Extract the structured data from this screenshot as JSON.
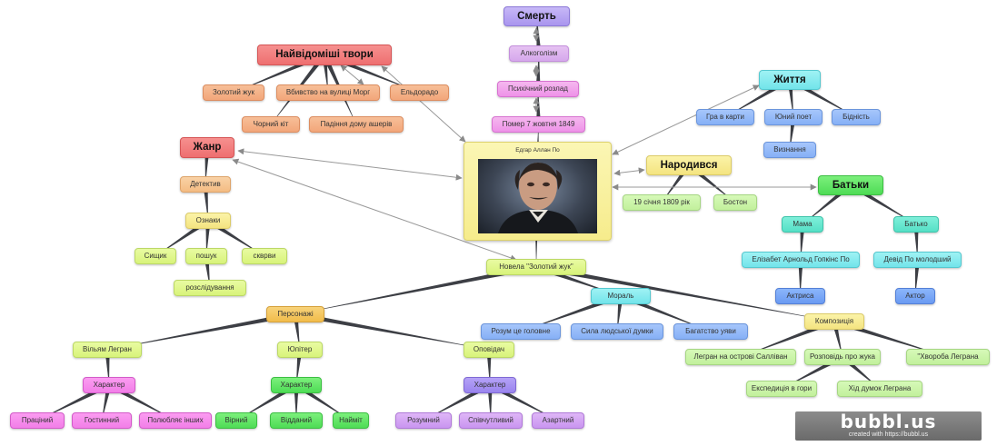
{
  "center": {
    "title": "Едгар Аллан По"
  },
  "nodes": [
    {
      "id": "death",
      "label": "Смерть",
      "big": true,
      "color": "c-purple"
    },
    {
      "id": "alcohol",
      "label": "Алкоголізм",
      "color": "c-lilac"
    },
    {
      "id": "mental",
      "label": "Психічний розлад",
      "color": "c-pink"
    },
    {
      "id": "died",
      "label": "Помер 7 жовтня 1849",
      "color": "c-pink"
    },
    {
      "id": "works",
      "label": "Найвідоміші твори",
      "big": true,
      "color": "c-red"
    },
    {
      "id": "goldbug_w",
      "label": "Золотий жук",
      "color": "c-salmon"
    },
    {
      "id": "morgue",
      "label": "Вбивство на вулиці Морг",
      "color": "c-salmon"
    },
    {
      "id": "eldorado",
      "label": "Ельдорадо",
      "color": "c-salmon"
    },
    {
      "id": "blackcat",
      "label": "Чорний кіт",
      "color": "c-salmon"
    },
    {
      "id": "usher",
      "label": "Падіння дому ашерів",
      "color": "c-salmon"
    },
    {
      "id": "genre",
      "label": "Жанр",
      "big": true,
      "color": "c-red"
    },
    {
      "id": "detective",
      "label": "Детектив",
      "color": "c-peach"
    },
    {
      "id": "signs",
      "label": "Ознаки",
      "color": "c-yellow"
    },
    {
      "id": "sleuth",
      "label": "Сищик",
      "color": "c-lime"
    },
    {
      "id": "search",
      "label": "пошук",
      "color": "c-lime"
    },
    {
      "id": "sorrows",
      "label": "скврви",
      "color": "c-lime"
    },
    {
      "id": "investig",
      "label": "розслідування",
      "color": "c-lime"
    },
    {
      "id": "life",
      "label": "Життя",
      "big": true,
      "color": "c-cyan"
    },
    {
      "id": "cards",
      "label": "Гра в карти",
      "color": "c-blue"
    },
    {
      "id": "youngpoet",
      "label": "Юний поет",
      "color": "c-blue"
    },
    {
      "id": "poverty",
      "label": "Бідність",
      "color": "c-blue"
    },
    {
      "id": "famous",
      "label": "Визнання",
      "color": "c-blue"
    },
    {
      "id": "born",
      "label": "Народився",
      "big": true,
      "color": "c-yellow"
    },
    {
      "id": "birthdate",
      "label": "19 січня 1809 рік",
      "color": "c-lgreen"
    },
    {
      "id": "boston",
      "label": "Бостон",
      "color": "c-lgreen"
    },
    {
      "id": "parents",
      "label": "Батьки",
      "big": true,
      "color": "c-green"
    },
    {
      "id": "mom",
      "label": "Мама",
      "color": "c-teal"
    },
    {
      "id": "dad",
      "label": "Батько",
      "color": "c-teal"
    },
    {
      "id": "elizabeth",
      "label": "Елізабет Арнольд Гопкінс По",
      "color": "c-cyan"
    },
    {
      "id": "david",
      "label": "Девід По молодший",
      "color": "c-cyan"
    },
    {
      "id": "actress",
      "label": "Актриса",
      "color": "c-dblue"
    },
    {
      "id": "actor",
      "label": "Актор",
      "color": "c-dblue"
    },
    {
      "id": "novella",
      "label": "Новела \"Золотий жук\"",
      "color": "c-lime"
    },
    {
      "id": "characters",
      "label": "Персонажі",
      "color": "c-gold"
    },
    {
      "id": "moral",
      "label": "Мораль",
      "color": "c-cyan"
    },
    {
      "id": "composition",
      "label": "Композиція",
      "color": "c-yellow"
    },
    {
      "id": "legrand",
      "label": "Вільям Легран",
      "color": "c-lime"
    },
    {
      "id": "jupiter",
      "label": "Юпітер",
      "color": "c-lime"
    },
    {
      "id": "narrator",
      "label": "Оповідач",
      "color": "c-lime"
    },
    {
      "id": "char1",
      "label": "Характер",
      "color": "c-magenta"
    },
    {
      "id": "char2",
      "label": "Характер",
      "color": "c-green"
    },
    {
      "id": "char3",
      "label": "Характер",
      "color": "c-violet"
    },
    {
      "id": "hardw",
      "label": "Праціний",
      "color": "c-magenta"
    },
    {
      "id": "hosp",
      "label": "Гостинний",
      "color": "c-magenta"
    },
    {
      "id": "love",
      "label": "Полюбляє інших",
      "color": "c-magenta"
    },
    {
      "id": "loyal",
      "label": "Вірний",
      "color": "c-green"
    },
    {
      "id": "devoted",
      "label": "Відданий",
      "color": "c-green"
    },
    {
      "id": "hired",
      "label": "Найміт",
      "color": "c-green"
    },
    {
      "id": "smart",
      "label": "Розумний",
      "color": "c-purple2"
    },
    {
      "id": "sympat",
      "label": "Співчутливий",
      "color": "c-purple2"
    },
    {
      "id": "gambler",
      "label": "Азартний",
      "color": "c-purple2"
    },
    {
      "id": "mind",
      "label": "Розум це головне",
      "color": "c-blue"
    },
    {
      "id": "thought",
      "label": "Сила людської думки",
      "color": "c-blue"
    },
    {
      "id": "wealth",
      "label": "Багатство уяви",
      "color": "c-blue"
    },
    {
      "id": "island",
      "label": "Легран на острові Салліван",
      "color": "c-lgreen"
    },
    {
      "id": "story",
      "label": "Розповідь про жука",
      "color": "c-lgreen"
    },
    {
      "id": "illness",
      "label": "\"Хвороба Леграна",
      "color": "c-lgreen"
    },
    {
      "id": "expedition",
      "label": "Експедиція в гори",
      "color": "c-lgreen"
    },
    {
      "id": "thoughts",
      "label": "Хід думок Леграна",
      "color": "c-lgreen"
    }
  ],
  "watermark": {
    "logo": "bubbl.us",
    "sub": "created with https://bubbl.us"
  }
}
